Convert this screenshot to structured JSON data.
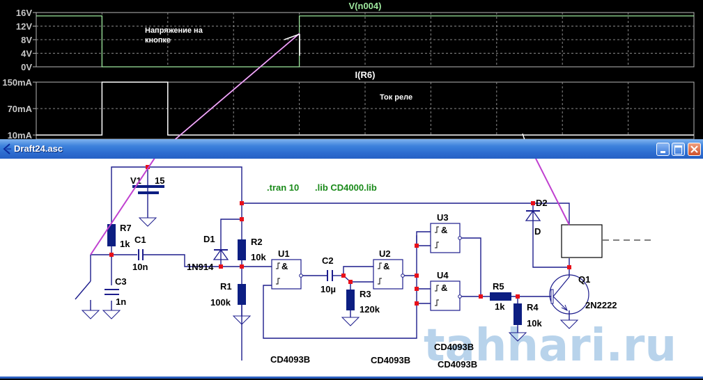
{
  "waveform": {
    "pane1": {
      "trace_name": "V(n004)",
      "trace_color": "#9ee89e",
      "yticks": [
        "16V",
        "12V",
        "8V",
        "4V",
        "0V"
      ],
      "annotation": [
        "Напряжение на",
        "кнопке"
      ]
    },
    "pane2": {
      "trace_name": "I(R6)",
      "trace_color": "#ffffff",
      "yticks": [
        "150mA",
        "70mA",
        "10mA"
      ],
      "annotation": "Ток реле"
    }
  },
  "chart_data": [
    {
      "type": "line",
      "title": "V(n004)",
      "ylabel": "",
      "ytick_labels": [
        "0V",
        "4V",
        "8V",
        "12V",
        "16V"
      ],
      "ylim": [
        0,
        16
      ],
      "x_divisions": 10,
      "series": [
        {
          "name": "V(n004)",
          "points_div": [
            [
              0,
              15
            ],
            [
              1,
              15
            ],
            [
              1,
              0
            ],
            [
              4,
              0
            ],
            [
              4,
              15
            ],
            [
              10,
              15
            ]
          ]
        }
      ],
      "annotation": "Напряжение на кнопке"
    },
    {
      "type": "line",
      "title": "I(R6)",
      "ylabel": "",
      "ytick_labels": [
        "10mA",
        "70mA",
        "150mA"
      ],
      "ylim": [
        10,
        150
      ],
      "x_divisions": 10,
      "series": [
        {
          "name": "I(R6)",
          "points_div": [
            [
              0,
              10
            ],
            [
              1,
              10
            ],
            [
              1,
              150
            ],
            [
              2,
              150
            ],
            [
              2,
              10
            ],
            [
              10,
              10
            ]
          ]
        }
      ],
      "annotation": "Ток реле"
    }
  ],
  "window": {
    "title": "Draft24.asc",
    "buttons": {
      "minimize": "_",
      "maximize": "□",
      "close": "✕"
    }
  },
  "schematic": {
    "directives": [
      ".tran 10",
      ".lib CD4000.lib"
    ],
    "components": {
      "V1": {
        "name": "V1",
        "value": "15"
      },
      "R7": {
        "name": "R7",
        "value": "1k"
      },
      "C1": {
        "name": "C1",
        "value": "10n"
      },
      "C3": {
        "name": "C3",
        "value": "1n"
      },
      "D1": {
        "name": "D1",
        "value": "1N914"
      },
      "R2": {
        "name": "R2",
        "value": "10k"
      },
      "R1": {
        "name": "R1",
        "value": "100k"
      },
      "U1": {
        "name": "U1",
        "value": "CD4093B"
      },
      "C2": {
        "name": "C2",
        "value": "10µ"
      },
      "U2": {
        "name": "U2",
        "value": "CD4093B"
      },
      "R3": {
        "name": "R3",
        "value": "120k"
      },
      "U3": {
        "name": "U3",
        "value": "CD4093B"
      },
      "U4": {
        "name": "U4",
        "value": "CD4093B"
      },
      "R5": {
        "name": "R5",
        "value": "1k"
      },
      "R4": {
        "name": "R4",
        "value": "10k"
      },
      "D2": {
        "name": "D2",
        "value": "D"
      },
      "Q1": {
        "name": "Q1",
        "value": "2N2222"
      }
    },
    "gate_symbol": "&",
    "watermark": "tahhari.ru"
  },
  "colors": {
    "wire": "#1c1c8c",
    "node": "#e8101a",
    "directive": "#1a8a1a",
    "annotation_arrow": "#c040d0",
    "titlebar": "#2c6cd0"
  }
}
